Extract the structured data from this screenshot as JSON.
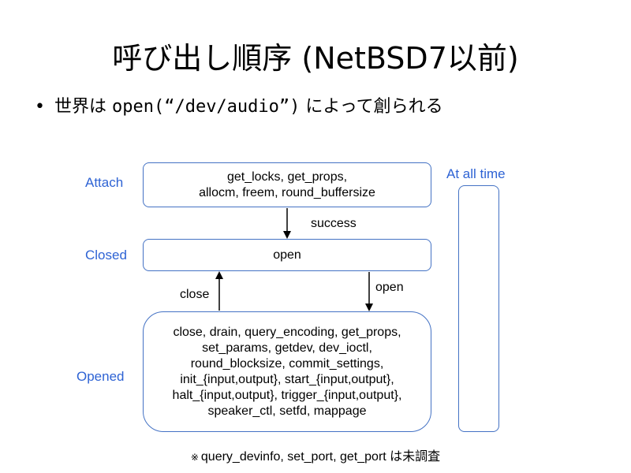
{
  "slide": {
    "title": "呼び出し順序 (NetBSD7以前)",
    "bullet": {
      "marker": "•",
      "prefix": "世界は ",
      "code": "open(“/dev/audio”)",
      "suffix": " によって創られる"
    }
  },
  "diagram": {
    "states": {
      "attach": {
        "label": "Attach",
        "text": "get_locks, get_props,\nallocm, freem, round_buffersize"
      },
      "closed": {
        "label": "Closed",
        "text": "open"
      },
      "opened": {
        "label": "Opened",
        "text": "close, drain, query_encoding, get_props,\nset_params, getdev, dev_ioctl,\nround_blocksize, commit_settings,\ninit_{input,output}, start_{input,output},\nhalt_{input,output}, trigger_{input,output},\nspeaker_ctl, setfd, mappage"
      },
      "all_time": {
        "label": "At all time"
      }
    },
    "transitions": {
      "attach_to_closed": "success",
      "opened_to_closed": "close",
      "closed_to_opened": "open"
    },
    "colors": {
      "box_border": "#4472c4",
      "state_label": "#2e63d4",
      "arrow": "#000000"
    }
  },
  "footnote": {
    "mark": "※",
    "text": "query_devinfo, set_port, get_port は未調査"
  }
}
